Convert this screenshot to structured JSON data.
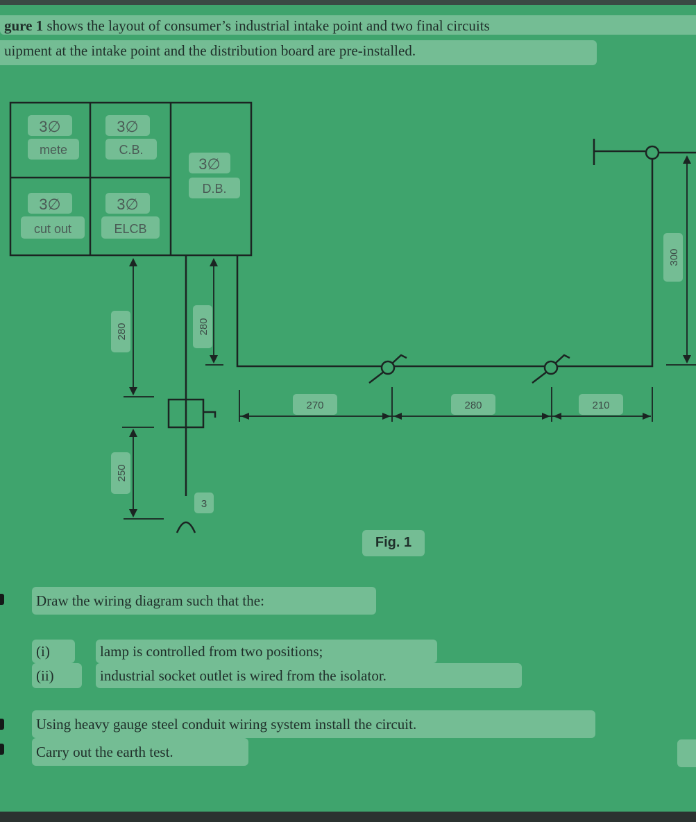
{
  "intro": {
    "bold_lead": "gure 1",
    "line1_rest": " shows the layout of consumer’s industrial intake point and two final circuits",
    "line2": "uipment at the intake point and the distribution board are pre-installed."
  },
  "panel": {
    "meter": {
      "symbol": "3∅",
      "text": "mete"
    },
    "cb": {
      "symbol": "3∅",
      "text": "C.B."
    },
    "db": {
      "symbol": "3∅",
      "text": "D.B."
    },
    "cutout": {
      "symbol": "3∅",
      "text": "cut out"
    },
    "elcb": {
      "symbol": "3∅",
      "text": "ELCB"
    }
  },
  "dimensions": {
    "left_vertical_1": "280",
    "left_vertical_2": "250",
    "center_vertical": "280",
    "right_vertical": "300",
    "horizontal": [
      "270",
      "280",
      "210"
    ]
  },
  "socket_label": "3",
  "figure_caption": "Fig. 1",
  "questions": {
    "q1": "Draw the wiring diagram such that the:",
    "sub_i_num": "(i)",
    "sub_i_text": "lamp is controlled from two positions;",
    "sub_ii_num": "(ii)",
    "sub_ii_text": "industrial socket outlet is wired from the isolator.",
    "q2": "Using heavy gauge steel conduit wiring system install the circuit.",
    "q3": "Carry out the earth test."
  },
  "colors": {
    "background": "#3fa46d",
    "ink": "#1f2f2a",
    "highlight": "rgba(160,210,180,0.55)"
  }
}
